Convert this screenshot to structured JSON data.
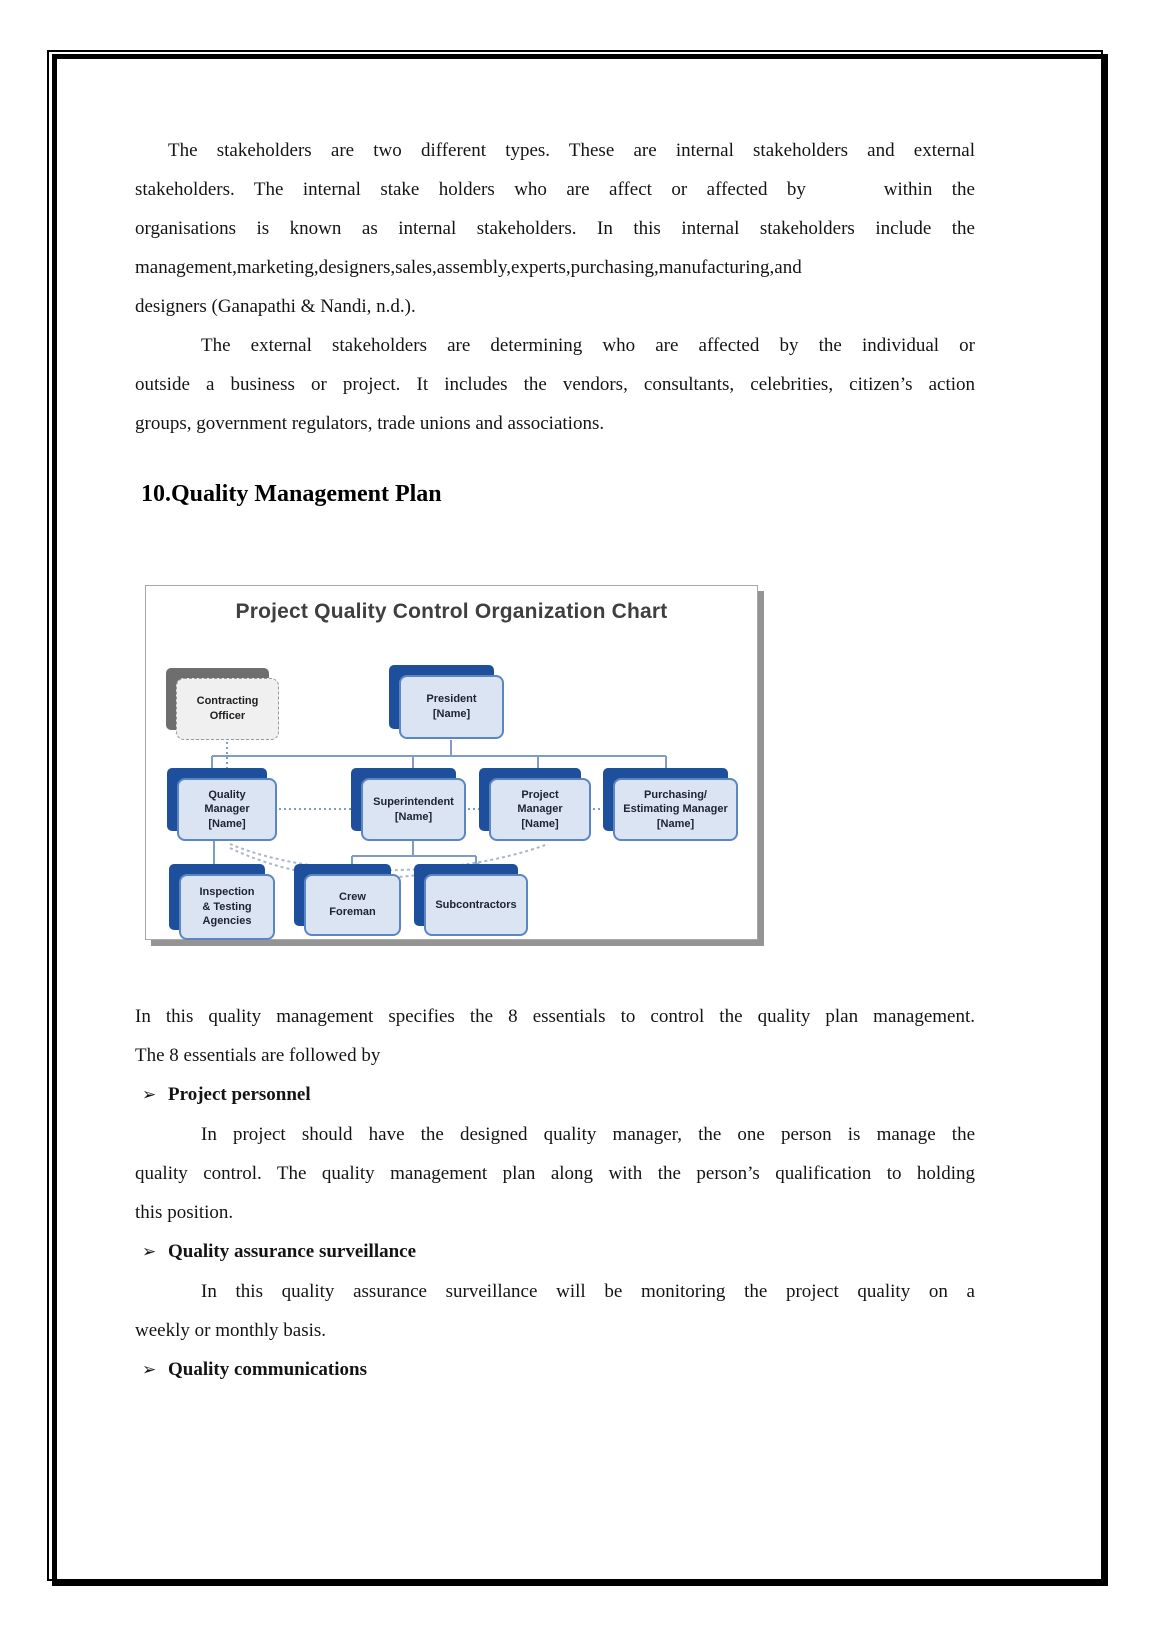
{
  "page": {
    "heading": "10.Quality Management Plan",
    "bullet_glyph": "➢",
    "paragraphs": {
      "p1": {
        "lines": [
          "The stakeholders are two different types. These are internal stakeholders and external",
          "stakeholders. The internal stake holders who are affect or affected by    within the",
          "organisations is known as internal stakeholders. In this internal stakeholders include the",
          "management,marketing,designers,sales,assembly,experts,purchasing,manufacturing,and",
          "designers (Ganapathi & Nandi, n.d.)."
        ]
      },
      "p2": {
        "lines": [
          "The external stakeholders are determining who are affected by the individual or",
          "outside a business or project. It includes the vendors, consultants, celebrities, citizen’s action",
          "groups, government regulators, trade unions and associations."
        ]
      },
      "p3": {
        "lines": [
          "In this quality management specifies the 8 essentials to control the quality plan management.",
          "The 8 essentials are followed by"
        ]
      },
      "p4": {
        "lines": [
          "In project should have the designed quality manager, the one person is manage the",
          "quality control. The quality management plan along with the person’s qualification to holding",
          "this position."
        ]
      },
      "p5": {
        "lines": [
          "In this quality assurance surveillance will be monitoring the project quality on a",
          "weekly or monthly basis."
        ]
      }
    },
    "bullets": [
      {
        "label": "Project personnel"
      },
      {
        "label": "Quality assurance surveillance"
      },
      {
        "label": "Quality communications"
      }
    ]
  },
  "chart": {
    "title": "Project Quality Control Organization Chart",
    "nodes": {
      "contracting_officer": "Contracting\nOfficer",
      "president": "President\n[Name]",
      "quality_manager": "Quality\nManager\n[Name]",
      "superintendent": "Superintendent\n[Name]",
      "project_manager": "Project\nManager\n[Name]",
      "purchasing": "Purchasing/\nEstimating Manager\n[Name]",
      "inspection": "Inspection\n& Testing\nAgencies",
      "crew_foreman": "Crew\nForeman",
      "subcontractors": "Subcontractors"
    },
    "edges": [
      {
        "from": "President [Name]",
        "to": "Quality Manager [Name]",
        "style": "solid"
      },
      {
        "from": "President [Name]",
        "to": "Superintendent [Name]",
        "style": "solid"
      },
      {
        "from": "President [Name]",
        "to": "Project Manager [Name]",
        "style": "solid"
      },
      {
        "from": "President [Name]",
        "to": "Purchasing/Estimating Manager [Name]",
        "style": "solid"
      },
      {
        "from": "Contracting Officer",
        "to": "Quality Manager [Name]",
        "style": "dotted"
      },
      {
        "from": "Quality Manager [Name]",
        "to": "Superintendent [Name]",
        "style": "dotted"
      },
      {
        "from": "Superintendent [Name]",
        "to": "Project Manager [Name]",
        "style": "dotted"
      },
      {
        "from": "Project Manager [Name]",
        "to": "Purchasing/Estimating Manager [Name]",
        "style": "dotted"
      },
      {
        "from": "Quality Manager [Name]",
        "to": "Inspection & Testing Agencies",
        "style": "solid"
      },
      {
        "from": "Superintendent [Name]",
        "to": "Crew Foreman",
        "style": "solid"
      },
      {
        "from": "Superintendent [Name]",
        "to": "Subcontractors",
        "style": "solid"
      }
    ],
    "colors": {
      "node_fill": "#dbe4f3",
      "node_border": "#5b86c2",
      "node_shadow": "#1e4f9c",
      "grey_fill": "#f0f0f0",
      "grey_shadow": "#6e6e6e",
      "connector": "#7f9cc4",
      "title_text": "#3f3f3f"
    }
  }
}
